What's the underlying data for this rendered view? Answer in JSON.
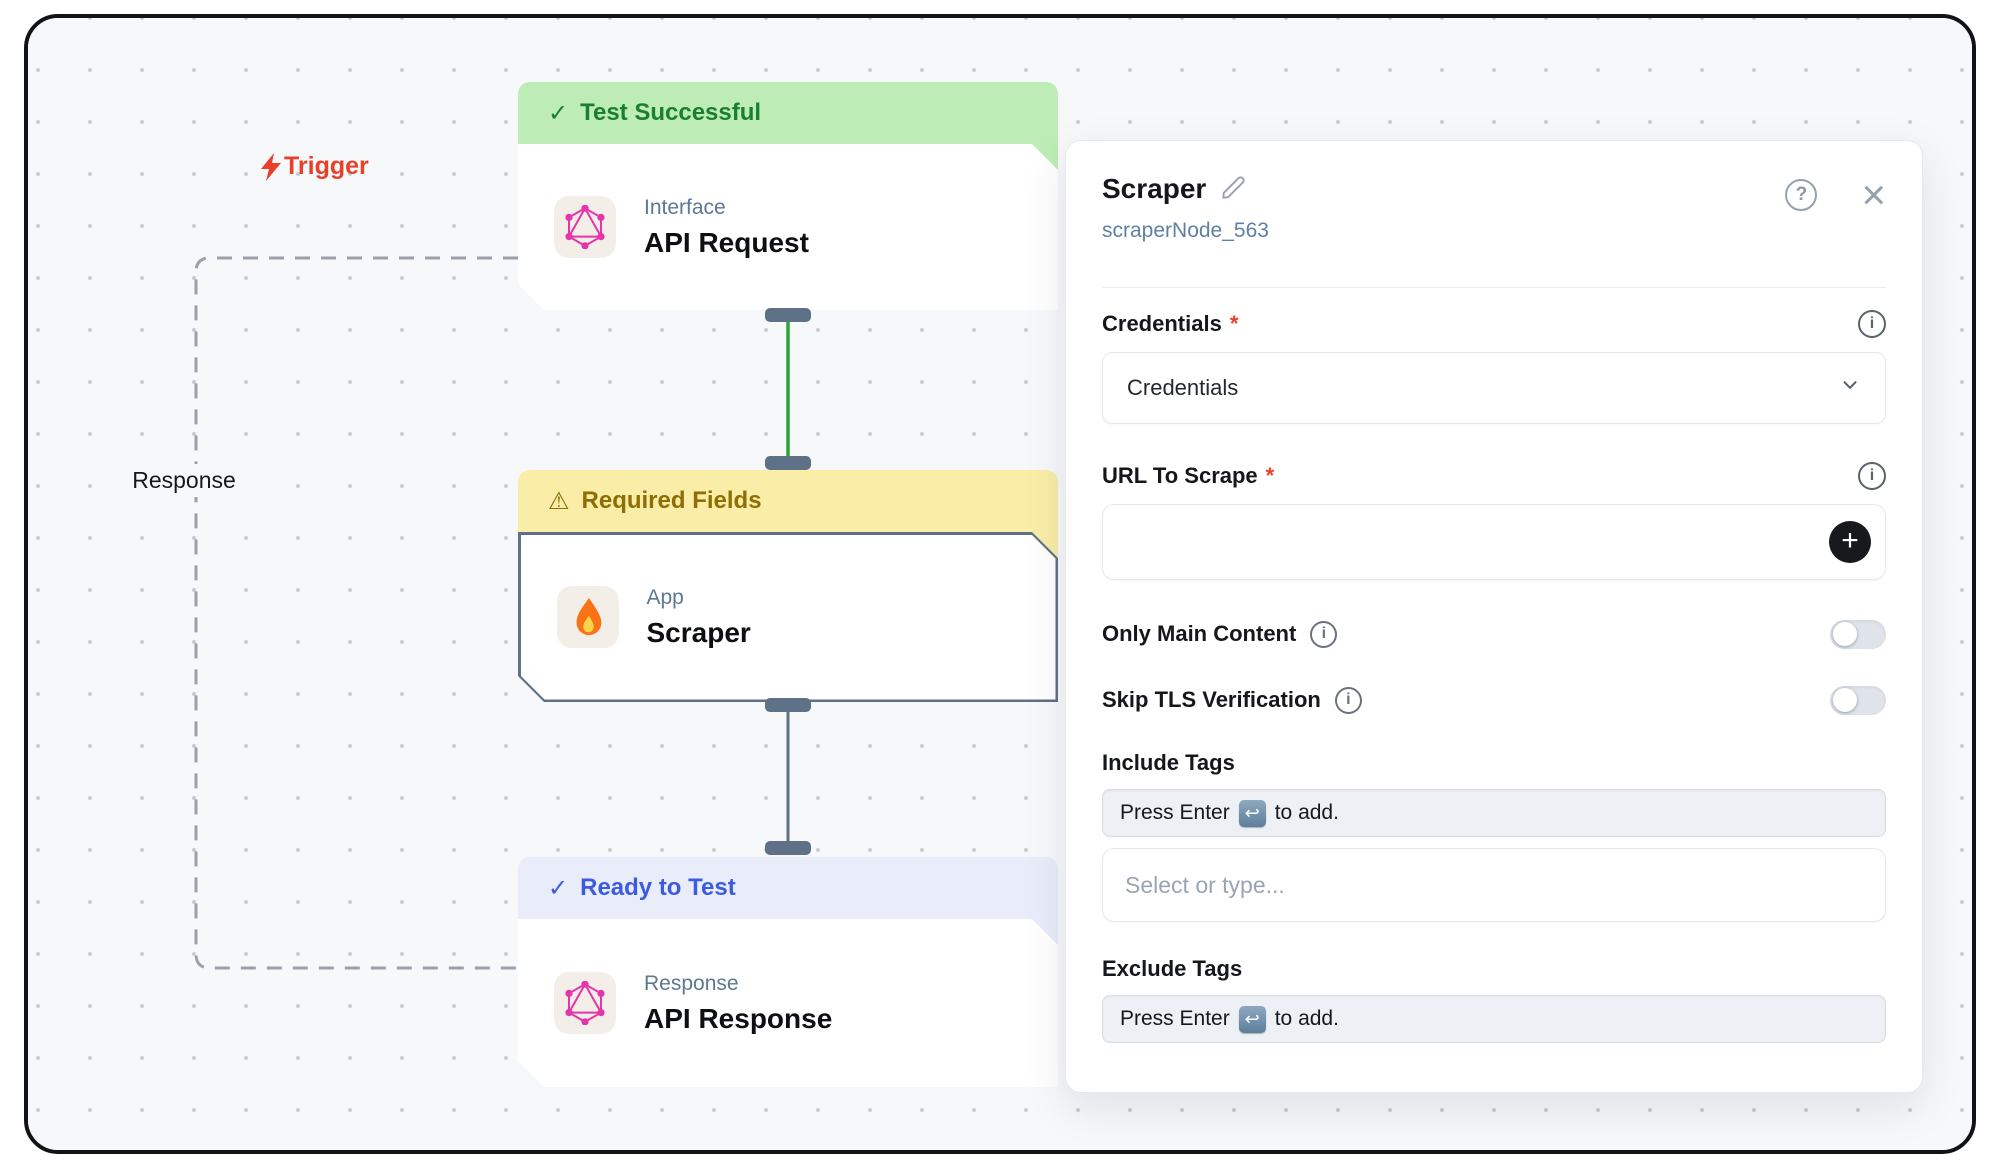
{
  "canvas": {
    "trigger_label": "Trigger",
    "response_label": "Response",
    "nodes": [
      {
        "status_label": "Test Successful",
        "status_glyph": "✓",
        "category": "Interface",
        "title": "API Request",
        "icon": "graphql-icon",
        "selected": false
      },
      {
        "status_label": "Required Fields",
        "status_glyph": "⚠",
        "category": "App",
        "title": "Scraper",
        "icon": "fire-icon",
        "selected": true
      },
      {
        "status_label": "Ready to Test",
        "status_glyph": "✓",
        "category": "Response",
        "title": "API Response",
        "icon": "graphql-icon",
        "selected": false
      }
    ]
  },
  "panel": {
    "title": "Scraper",
    "subtitle": "scraperNode_563",
    "help_glyph": "?",
    "close_glyph": "×",
    "credentials": {
      "label": "Credentials",
      "required_marker": "*",
      "value": "Credentials",
      "info_glyph": "i"
    },
    "url_to_scrape": {
      "label": "URL To Scrape",
      "required_marker": "*",
      "value": "",
      "add_glyph": "+",
      "info_glyph": "i"
    },
    "only_main_content": {
      "label": "Only Main Content",
      "enabled": false,
      "info_glyph": "i"
    },
    "skip_tls_verification": {
      "label": "Skip TLS Verification",
      "enabled": false,
      "info_glyph": "i"
    },
    "include_tags": {
      "label": "Include Tags",
      "hint_prefix": "Press Enter",
      "hint_key_glyph": "↩",
      "hint_suffix": "to add.",
      "placeholder": "Select or type..."
    },
    "exclude_tags": {
      "label": "Exclude Tags",
      "hint_prefix": "Press Enter",
      "hint_key_glyph": "↩",
      "hint_suffix": "to add."
    }
  },
  "colors": {
    "success_banner": "#bdecb6",
    "success_text": "#1a8030",
    "warning_banner": "#f9eda8",
    "warning_text": "#8f6e04",
    "ready_banner": "#e9edfa",
    "ready_text": "#3c5be0",
    "trigger_red": "#e8402a",
    "connector_green": "#2aa633",
    "connector_slate": "#5f7186",
    "selected_border": "#5f7186",
    "canvas_background": "#f7f8fa"
  }
}
